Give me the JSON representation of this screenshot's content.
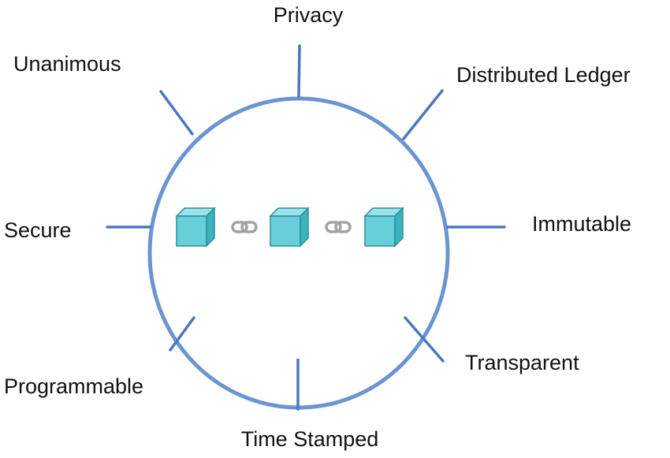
{
  "colors": {
    "ring": "#6a95d2",
    "spoke": "#4a78c0",
    "block_front": "#66cfd9",
    "block_top": "#9ae3ea",
    "block_side": "#3cb3bf",
    "block_edge": "#2a8f99",
    "link": "#a3a3a3",
    "text": "#111111"
  },
  "block_icon": "cube-icon",
  "link_icon": "chain-link-icon",
  "labels": {
    "privacy": "Privacy",
    "distributed_ledger": "Distributed Ledger",
    "immutable": "Immutable",
    "transparent": "Transparent",
    "time_stamped": "Time Stamped",
    "programmable": "Programmable",
    "secure": "Secure",
    "unanimous": "Unanimous"
  }
}
